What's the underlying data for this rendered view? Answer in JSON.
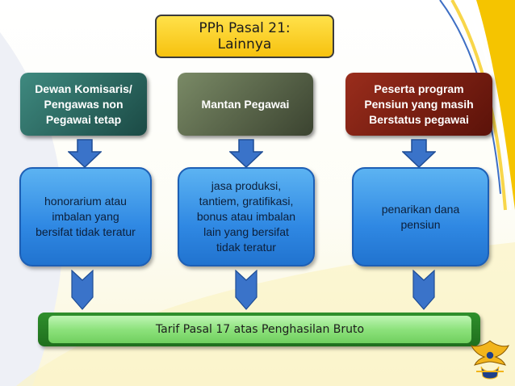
{
  "title": {
    "lines": [
      "PPh Pasal 21:",
      "Lainnya"
    ]
  },
  "categories": [
    {
      "lines": [
        "Dewan Komisaris/",
        "Pengawas non",
        "Pegawai tetap"
      ]
    },
    {
      "lines": [
        "Mantan Pegawai"
      ]
    },
    {
      "lines": [
        "Peserta program",
        "Pensiun yang masih",
        "Berstatus pegawai"
      ]
    }
  ],
  "descriptions": [
    {
      "lines": [
        "honorarium atau",
        "imbalan yang",
        "bersifat tidak teratur"
      ]
    },
    {
      "lines": [
        "jasa produksi,",
        "tantiem, gratifikasi,",
        "bonus atau imbalan",
        "lain yang bersifat",
        "tidak teratur"
      ]
    },
    {
      "lines": [
        "penarikan dana",
        "pensiun"
      ]
    }
  ],
  "result": {
    "label": "Tarif Pasal 17 atas Penghasilan Bruto"
  },
  "colors": {
    "title_fill": "#f7c20f",
    "arrow_fill": "#3a73c9",
    "desc_fill": "#2f88e3",
    "result_fill": "#8de27c",
    "accent_swoosh": "#f3c400"
  },
  "icons": {
    "logo": "garuda-emblem-icon"
  }
}
